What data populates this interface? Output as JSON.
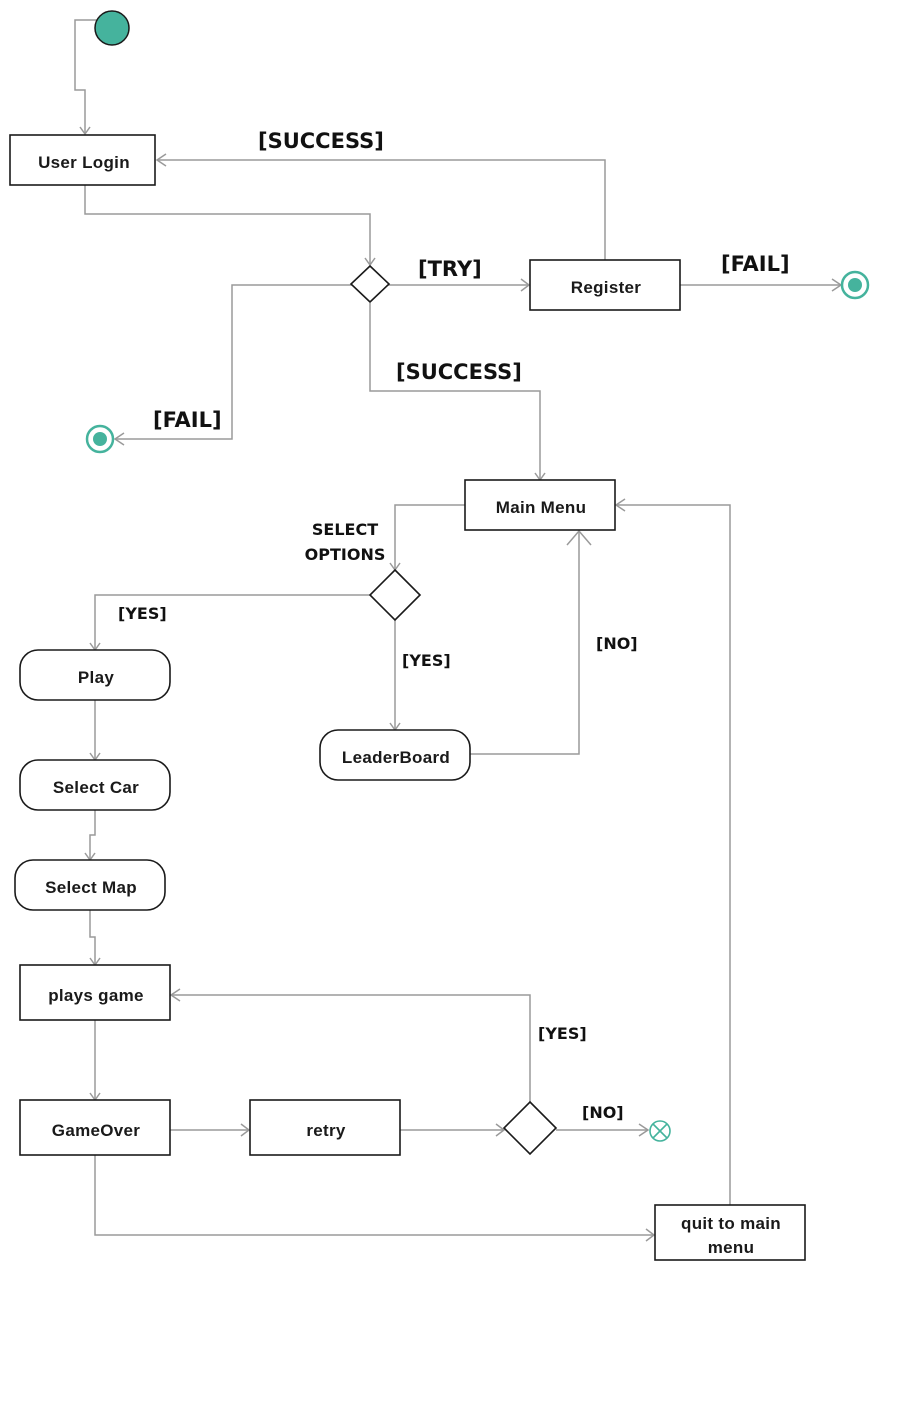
{
  "colors": {
    "start": "#45b39d",
    "end": "#45b39d",
    "flow": "#9a9a9a",
    "border": "#1a1a1a"
  },
  "nodes": {
    "user_login": "User Login",
    "register": "Register",
    "main_menu": "Main Menu",
    "play": "Play",
    "leaderboard": "LeaderBoard",
    "select_car": "Select Car",
    "select_map": "Select Map",
    "plays_game": "plays game",
    "game_over": "GameOver",
    "retry": "retry",
    "quit_line1": "quit to main",
    "quit_line2": "menu"
  },
  "guards": {
    "success_top": "[SUCCESS]",
    "try": "[TRY]",
    "fail_register": "[FAIL]",
    "success_main": "[SUCCESS]",
    "fail_login": "[FAIL]",
    "select_options_line1": "SELECT",
    "select_options_line2": "OPTIONS",
    "yes_play": "[YES]",
    "yes_leaderboard": "[YES]",
    "no_leaderboard": "[NO]",
    "yes_retry": "[YES]",
    "no_retry": "[NO]"
  }
}
